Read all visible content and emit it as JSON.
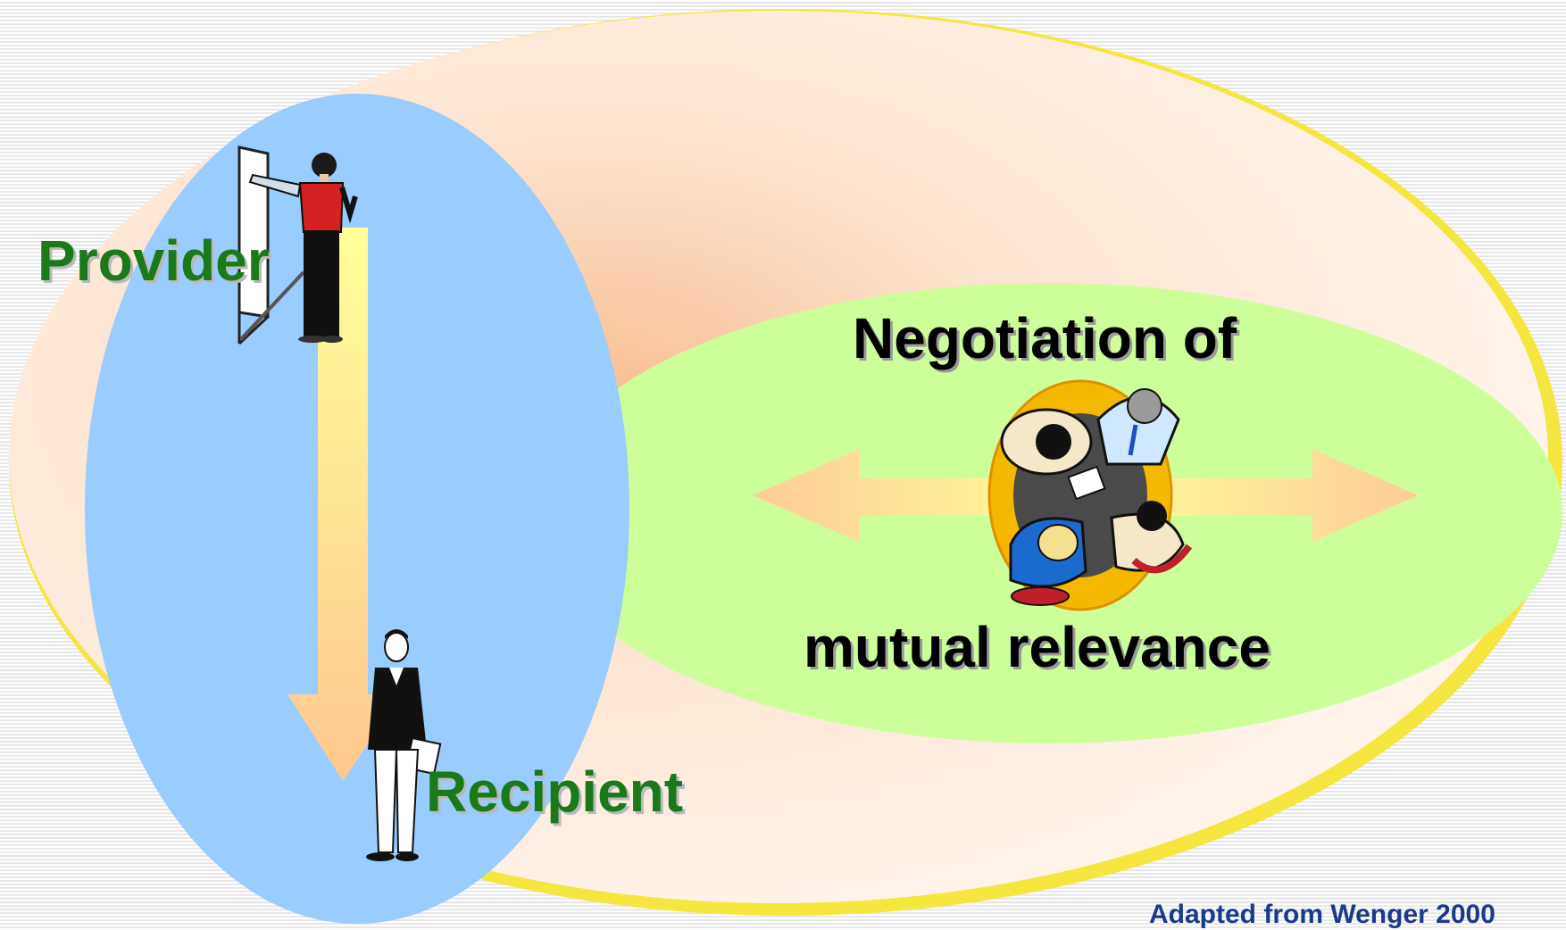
{
  "labels": {
    "provider": "Provider",
    "recipient": "Recipient",
    "negotiation_line1": "Negotiation of",
    "negotiation_line2": "mutual relevance"
  },
  "citation": "Adapted from Wenger 2000",
  "colors": {
    "outer_ellipse": "#fde7d7",
    "outer_ellipse_outline": "#f5e640",
    "transfer_ellipse": "#99ccff",
    "negotiation_ellipse": "#ccff99",
    "arrow_light": "#ffff99",
    "arrow_dark": "#ffcc99",
    "role_label": "#1a7a1a",
    "citation": "#1a3a8a"
  },
  "icons": {
    "provider_figure": "presenter-at-flipchart-icon",
    "recipient_figure": "student-with-book-icon",
    "meeting": "people-around-table-icon"
  }
}
